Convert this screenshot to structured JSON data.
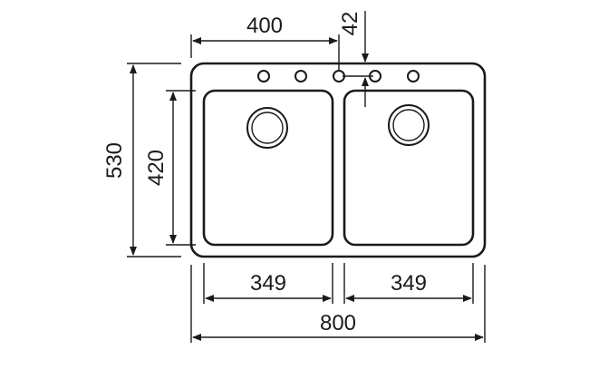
{
  "diagram": {
    "dimensions": {
      "overall_width": "800",
      "overall_height": "530",
      "bowl_height": "420",
      "bowl_left_width": "349",
      "bowl_right_width": "349",
      "tap_offset": "400",
      "tap_from_edge": "42"
    },
    "colors": {
      "line": "#1a1a1a",
      "background": "#ffffff"
    }
  }
}
